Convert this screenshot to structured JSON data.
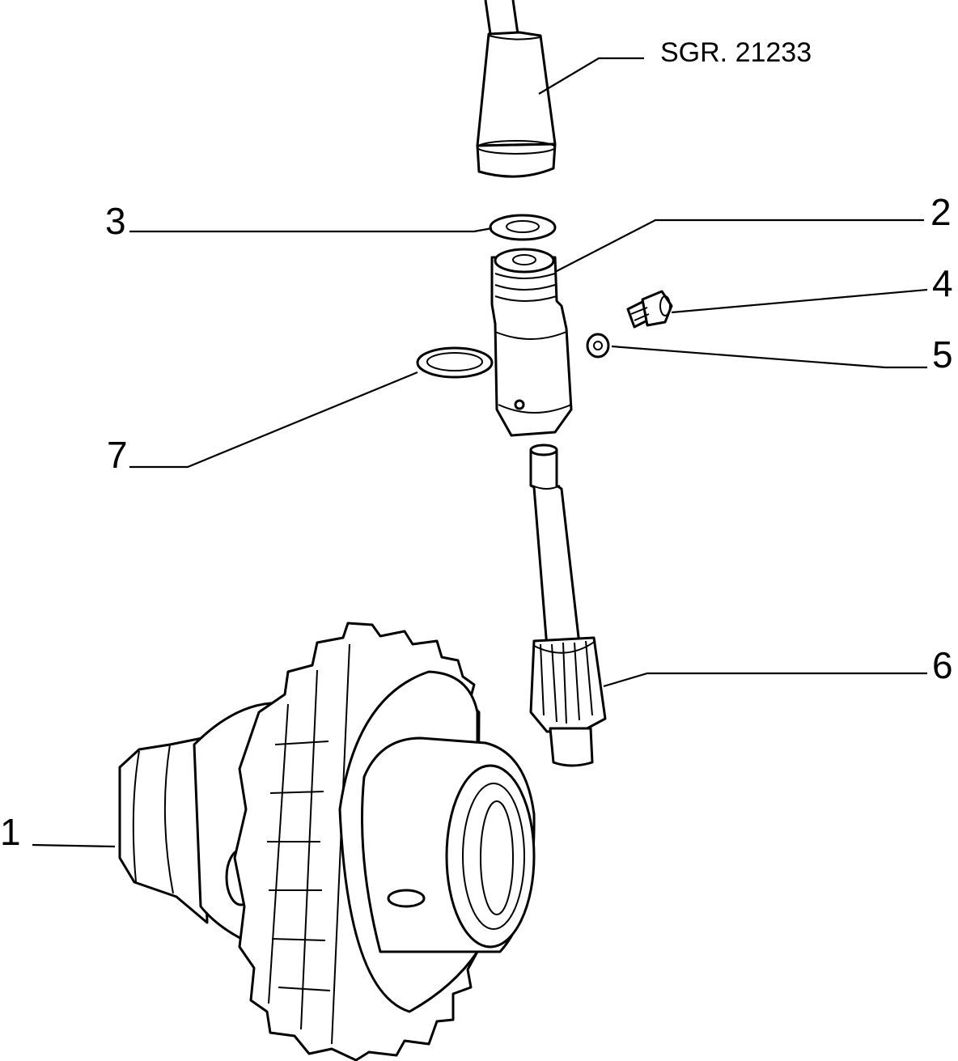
{
  "diagram": {
    "reference_label": "SGR. 21233",
    "callouts": [
      {
        "id": "callout-1",
        "number": "1"
      },
      {
        "id": "callout-2",
        "number": "2"
      },
      {
        "id": "callout-3",
        "number": "3"
      },
      {
        "id": "callout-4",
        "number": "4"
      },
      {
        "id": "callout-5",
        "number": "5"
      },
      {
        "id": "callout-6",
        "number": "6"
      },
      {
        "id": "callout-7",
        "number": "7"
      }
    ]
  }
}
